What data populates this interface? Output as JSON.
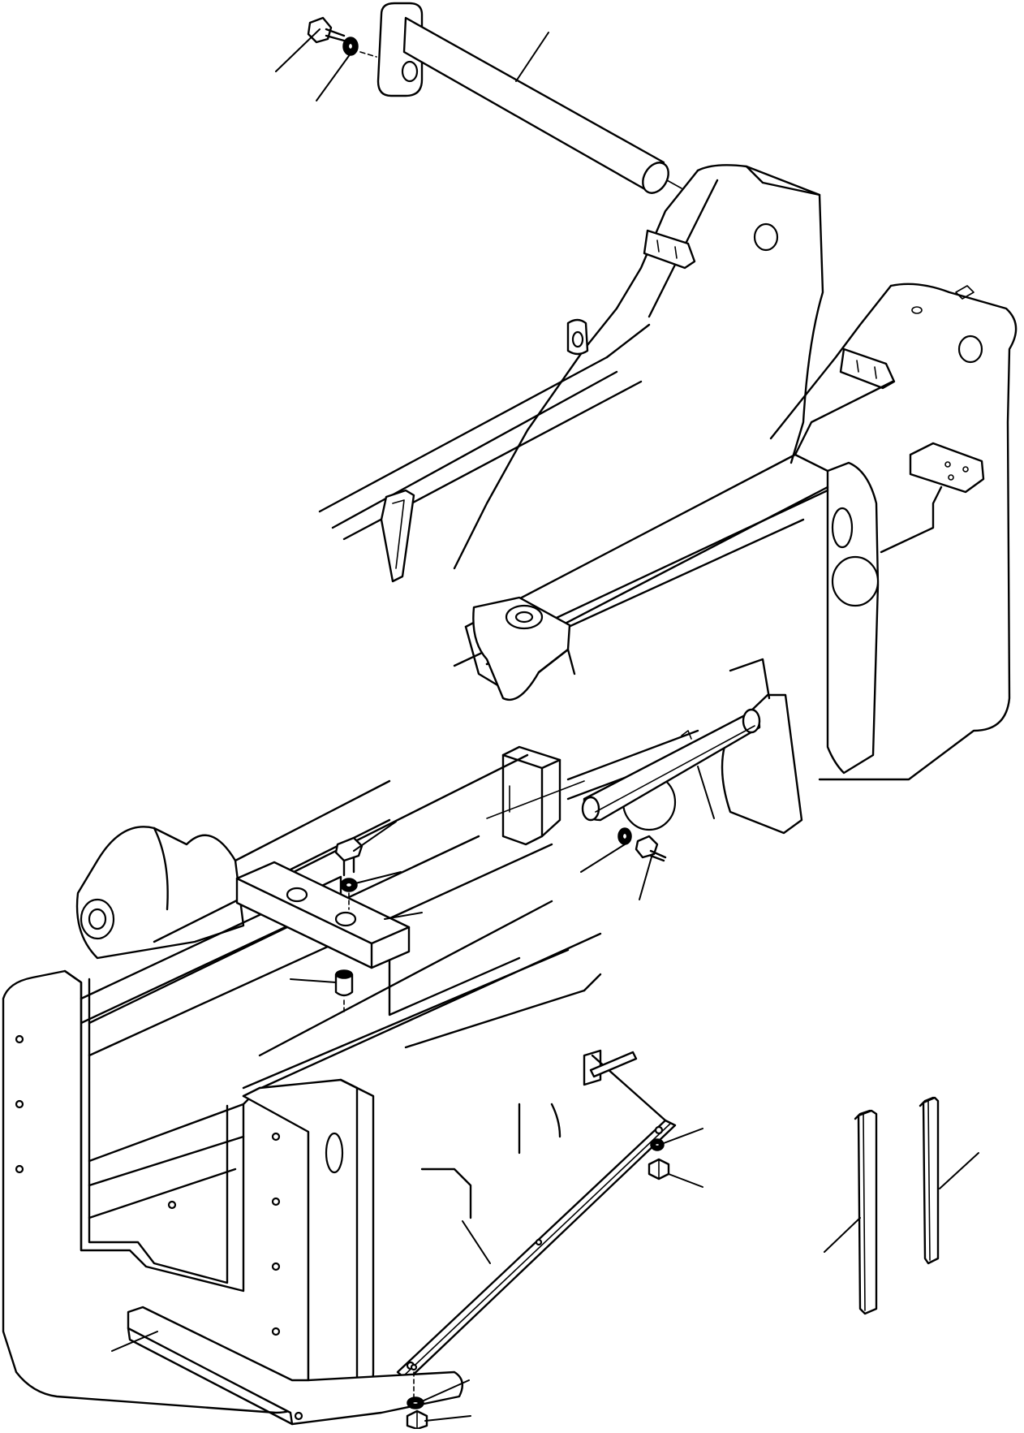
{
  "drawing": {
    "background": "#ffffff",
    "line_color": "#000000",
    "parts": [
      "main-pin",
      "pin-lock-bolt",
      "pin-lock-washer",
      "loader-arm-upper",
      "loader-arm-lower",
      "cross-tube",
      "hose-guard",
      "guard-bolt",
      "guard-washer",
      "carrier-frame",
      "stopper-block",
      "block-bolt",
      "block-washer",
      "block-spacer",
      "side-rail-cover",
      "rail-nut",
      "rail-washer",
      "bottom-plate",
      "plate-nut",
      "plate-washer",
      "channel-strip-left",
      "channel-strip-right"
    ]
  }
}
